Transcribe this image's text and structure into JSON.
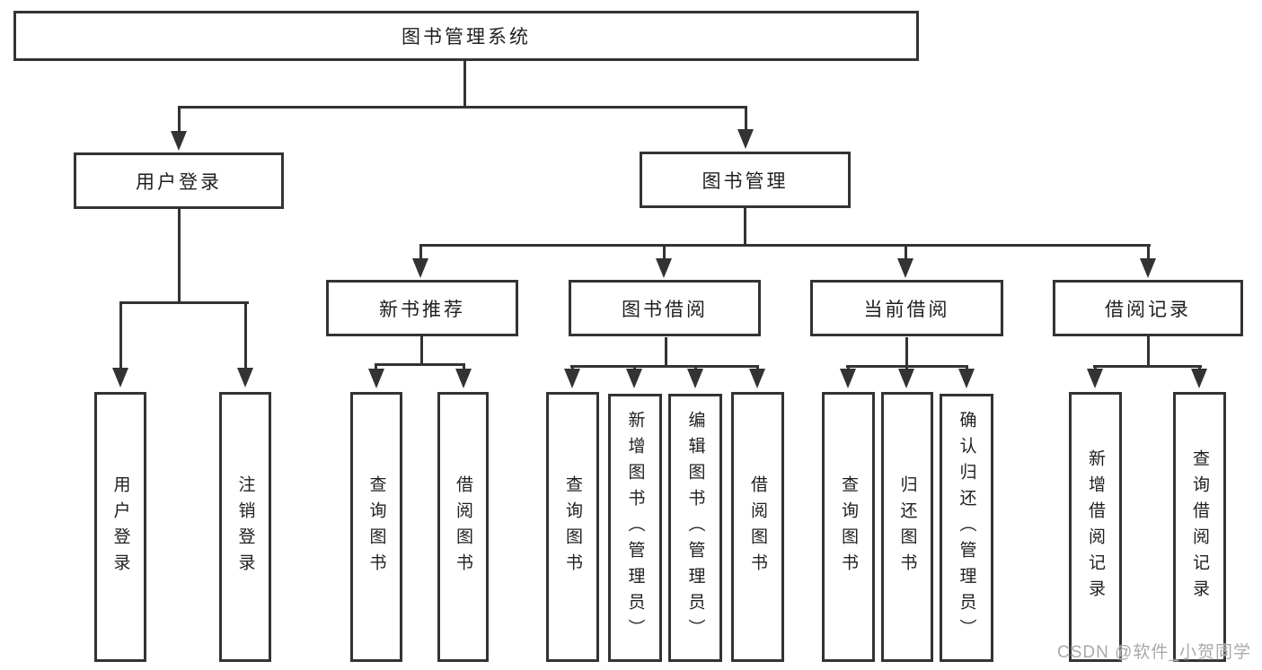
{
  "theme": {
    "line_color": "#333333",
    "text_color": "#1f1f1f",
    "background": "#ffffff",
    "watermark_color": "#a9a9a9"
  },
  "tree": {
    "label": "图书管理系统",
    "children": [
      {
        "label": "用户登录",
        "children": [
          {
            "label": "用户登录"
          },
          {
            "label": "注销登录"
          }
        ]
      },
      {
        "label": "图书管理",
        "children": [
          {
            "label": "新书推荐",
            "children": [
              {
                "label": "查询图书"
              },
              {
                "label": "借阅图书"
              }
            ]
          },
          {
            "label": "图书借阅",
            "children": [
              {
                "label": "查询图书"
              },
              {
                "label": "新增图书（管理员）"
              },
              {
                "label": "编辑图书（管理员）"
              },
              {
                "label": "借阅图书"
              }
            ]
          },
          {
            "label": "当前借阅",
            "children": [
              {
                "label": "查询图书"
              },
              {
                "label": "归还图书"
              },
              {
                "label": "确认归还（管理员）"
              }
            ]
          },
          {
            "label": "借阅记录",
            "children": [
              {
                "label": "新增借阅记录"
              },
              {
                "label": "查询借阅记录"
              }
            ]
          }
        ]
      }
    ]
  },
  "watermark": {
    "text": "CSDN @软件_小贺同学"
  }
}
